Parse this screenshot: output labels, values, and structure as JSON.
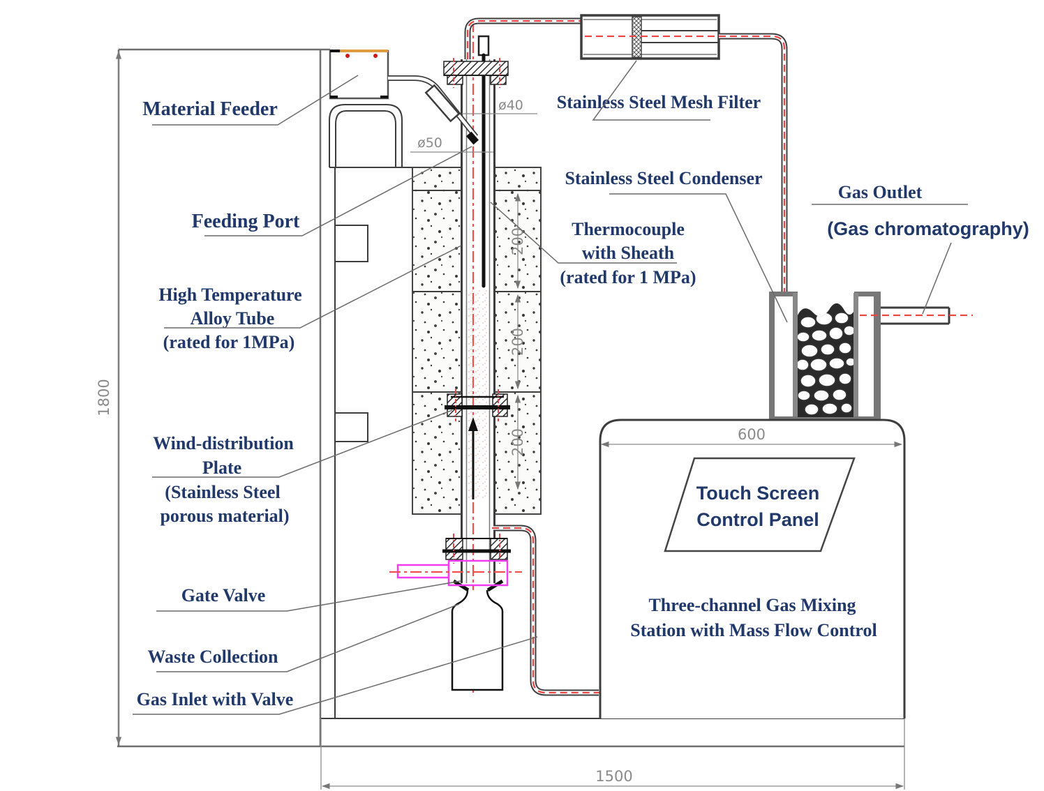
{
  "diagram": {
    "type": "engineering-schematic",
    "subject": "fluidized bed reactor test rig elevation drawing"
  },
  "labels": {
    "material_feeder": "Material Feeder",
    "feeding_port": "Feeding Port",
    "alloy_tube_1": "High Temperature",
    "alloy_tube_2": "Alloy Tube",
    "alloy_tube_3": "(rated for 1MPa)",
    "wind_plate_1": "Wind-distribution",
    "wind_plate_2": "Plate",
    "wind_plate_3": "(Stainless Steel",
    "wind_plate_4": "porous material)",
    "gate_valve": "Gate Valve",
    "waste_collection": "Waste Collection",
    "gas_inlet": "Gas Inlet with Valve",
    "mesh_filter": "Stainless Steel Mesh Filter",
    "condenser": "Stainless Steel Condenser",
    "thermocouple_1": "Thermocouple",
    "thermocouple_2": "with Sheath",
    "thermocouple_3": "(rated for 1 MPa)",
    "gas_outlet": "Gas Outlet",
    "gas_outlet_sub": "(Gas chromatography)",
    "touch_screen_1": "Touch Screen",
    "touch_screen_2": "Control Panel",
    "mixing_station_1": "Three-channel Gas Mixing",
    "mixing_station_2": "Station with Mass Flow Control"
  },
  "dimensions": {
    "overall_height": "1800",
    "overall_width": "1500",
    "station_width": "600",
    "heater_section_1": "200",
    "heater_section_2": "200",
    "heater_section_3": "200",
    "tube_inner_dia": "ø40",
    "tube_outer_dia": "ø50"
  },
  "colors": {
    "label_text": "#20386a",
    "line": "#3d3d3d",
    "centerline_red": "#e84545",
    "gate_valve_magenta": "#f23cf2",
    "dimension_gray": "#8a8a8a",
    "feeder_accent": "#e09c3c"
  }
}
